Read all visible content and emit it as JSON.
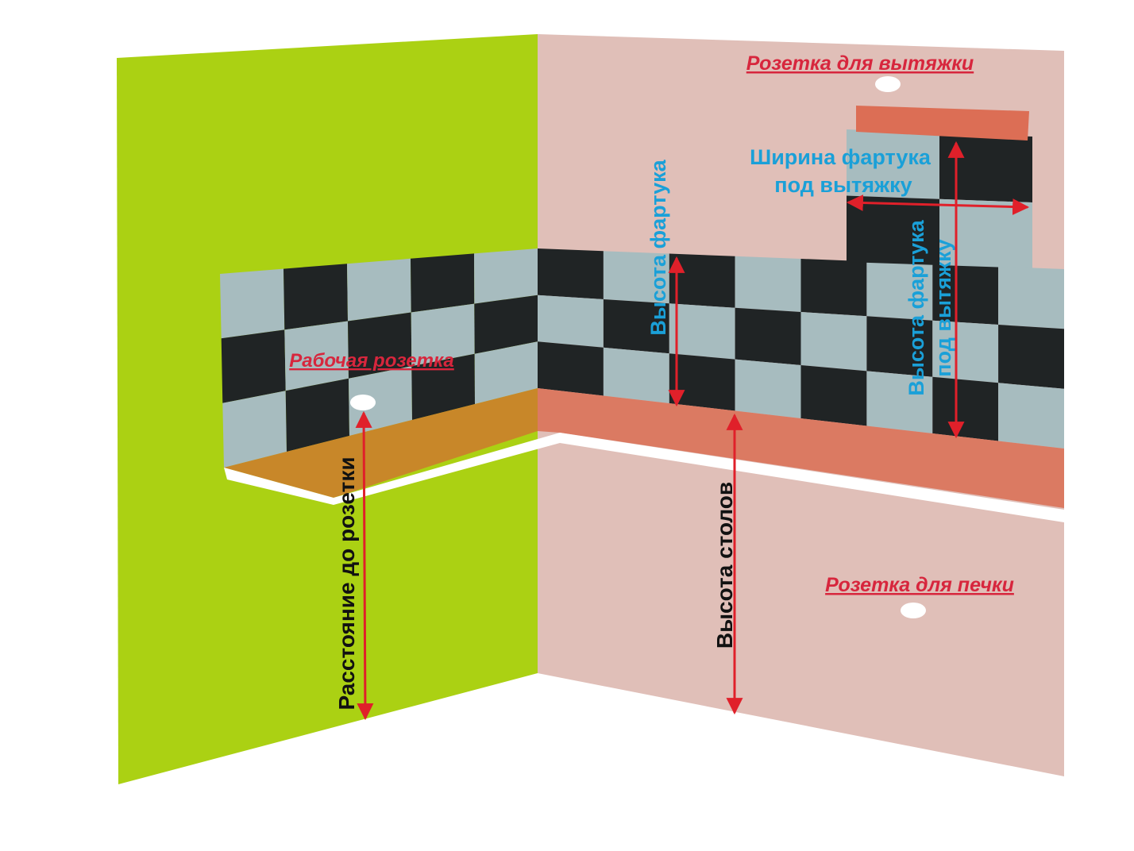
{
  "labels": {
    "hood_socket": "Розетка для вытяжки",
    "work_socket": "Рабочая розетка",
    "stove_socket": "Розетка для печки",
    "apron_height": "Высота фартука",
    "apron_width_hood_line1": "Ширина фартука",
    "apron_width_hood_line2": "под вытяжку",
    "apron_height_hood_line1": "Высота фартука",
    "apron_height_hood_line2": "под вытяжку",
    "counter_height": "Высота столов",
    "distance_to_socket": "Расстояние до розетки"
  },
  "colors": {
    "left_wall": "#abd113",
    "right_wall": "#e0bfb8",
    "counter_left": "#c9832a",
    "counter_right": "#db7a62",
    "hood": "#dc6e55",
    "tile_dark": "#202425",
    "tile_light": "#a7bcbf",
    "arrow": "#e0202a",
    "label_red": "#d7263d",
    "label_blue": "#1aa0d8",
    "label_black": "#111111"
  }
}
